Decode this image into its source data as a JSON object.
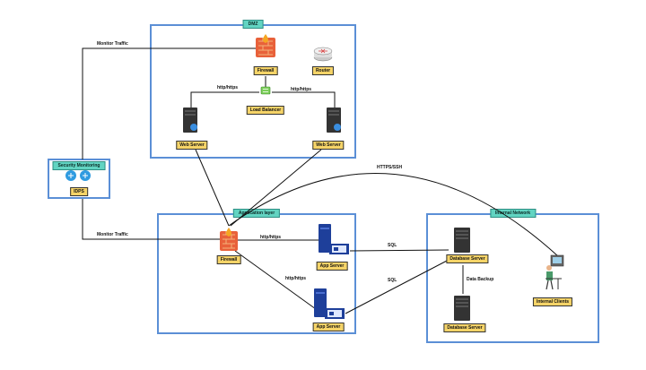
{
  "zones": {
    "dmz": "DMZ",
    "app_layer": "Application layer",
    "internal": "Internal Network",
    "security": "Security Monitoring"
  },
  "nodes": {
    "firewall_dmz": "Firewall",
    "router": "Router",
    "load_balancer": "Load Balancer",
    "web_server_1": "Web Server",
    "web_server_2": "Web Server",
    "idps": "IDPS",
    "firewall_app": "Firewall",
    "app_server_1": "App Server",
    "app_server_2": "App Server",
    "db_server_1": "Database Server",
    "db_server_2": "Database Server",
    "internal_clients": "Internal Clients"
  },
  "edges": {
    "monitor_top": "Monitor Traffic",
    "monitor_bottom": "Monitor Traffic",
    "http_left": "http/https",
    "http_right": "http/https",
    "https_ssh": "HTTPS/SSH",
    "http_app1": "http/https",
    "http_app2": "http/https",
    "sql_1": "SQL",
    "sql_2": "SQL",
    "data_backup": "Data Backup"
  },
  "colors": {
    "zone_border": "#5b8fd6",
    "zone_title_bg": "#62d4c2",
    "label_bg": "#f6d468"
  }
}
